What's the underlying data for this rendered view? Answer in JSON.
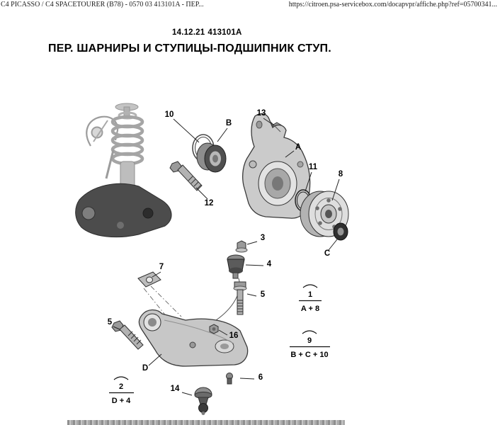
{
  "palette": {
    "page_bg": "#ffffff",
    "ink": "#000000",
    "part_gray": "#cccccc",
    "dark_part": "#4c4c4c"
  },
  "print_header": {
    "doc_title": "C4 PICASSO / C4 SPACETOURER (B78) - 0570 03 413101A - ПЕР...",
    "url": "https://citroen.psa-servicebox.com/docapvpr/affiche.php?ref=05700341..."
  },
  "document": {
    "date": "14.12.21",
    "ref": "413101A",
    "title": "ПЕР. ШАРНИРЫ И СТУПИЦЫ-ПОДШИПНИК СТУП."
  },
  "diagram": {
    "callouts": [
      {
        "label": "10",
        "part": "snap-ring"
      },
      {
        "label": "B",
        "part": "wheel-bearing"
      },
      {
        "label": "13",
        "part": "knuckle-nut"
      },
      {
        "label": "A",
        "part": "steering-knuckle"
      },
      {
        "label": "12",
        "part": "hub-bolt"
      },
      {
        "label": "11",
        "part": "o-ring"
      },
      {
        "label": "8",
        "part": "hub"
      },
      {
        "label": "C",
        "part": "bearing-race"
      },
      {
        "label": "3",
        "part": "balljoint-nut"
      },
      {
        "label": "4",
        "part": "balljoint-bushing"
      },
      {
        "label": "7",
        "part": "bracket"
      },
      {
        "label": "5",
        "part": "balljoint-bolt"
      },
      {
        "label": "5",
        "part": "arm-bolt"
      },
      {
        "label": "16",
        "part": "arm-nut"
      },
      {
        "label": "D",
        "part": "control-arm"
      },
      {
        "label": "6",
        "part": "stud"
      },
      {
        "label": "14",
        "part": "ball-joint"
      }
    ],
    "kits": [
      {
        "num": "1",
        "formula": "A + 8"
      },
      {
        "num": "9",
        "formula": "B + C + 10"
      },
      {
        "num": "2",
        "formula": "D + 4"
      }
    ]
  }
}
